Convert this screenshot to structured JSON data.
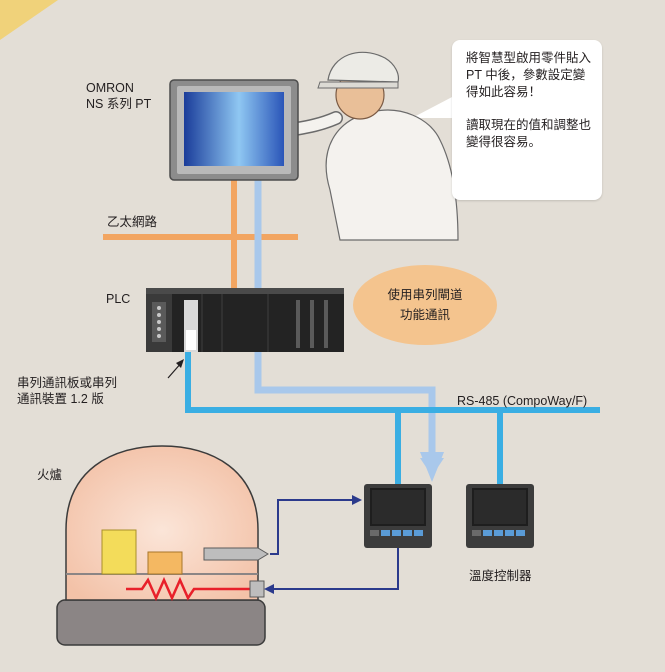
{
  "labels": {
    "omron_line1": "OMRON",
    "omron_line2": "NS 系列 PT",
    "ethernet": "乙太網路",
    "plc": "PLC",
    "serial_board_line1": "串列通訊板或串列",
    "serial_board_line2": "通訊裝置 1.2 版",
    "rs485": "RS-485 (CompoWay/F)",
    "furnace": "火爐",
    "temp_controller": "溫度控制器"
  },
  "gateway": {
    "line1": "使用串列閘道",
    "line2": "功能通訊"
  },
  "speech_bubble": {
    "para1": "將智慧型啟用零件貼入 PT 中後，參數設定變得如此容易！",
    "para2": "讀取現在的值和調整也變得很容易。"
  },
  "colors": {
    "background": "#e3ded6",
    "ethernet_line": "#f2a561",
    "rs485_line": "#3aaee3",
    "data_arrow": "#a9c8eb",
    "signal_arrow": "#2b3a8c",
    "heater": "#e8202a",
    "gateway_oval": "#f4c48e",
    "corner_accent": "#f0d27a"
  }
}
